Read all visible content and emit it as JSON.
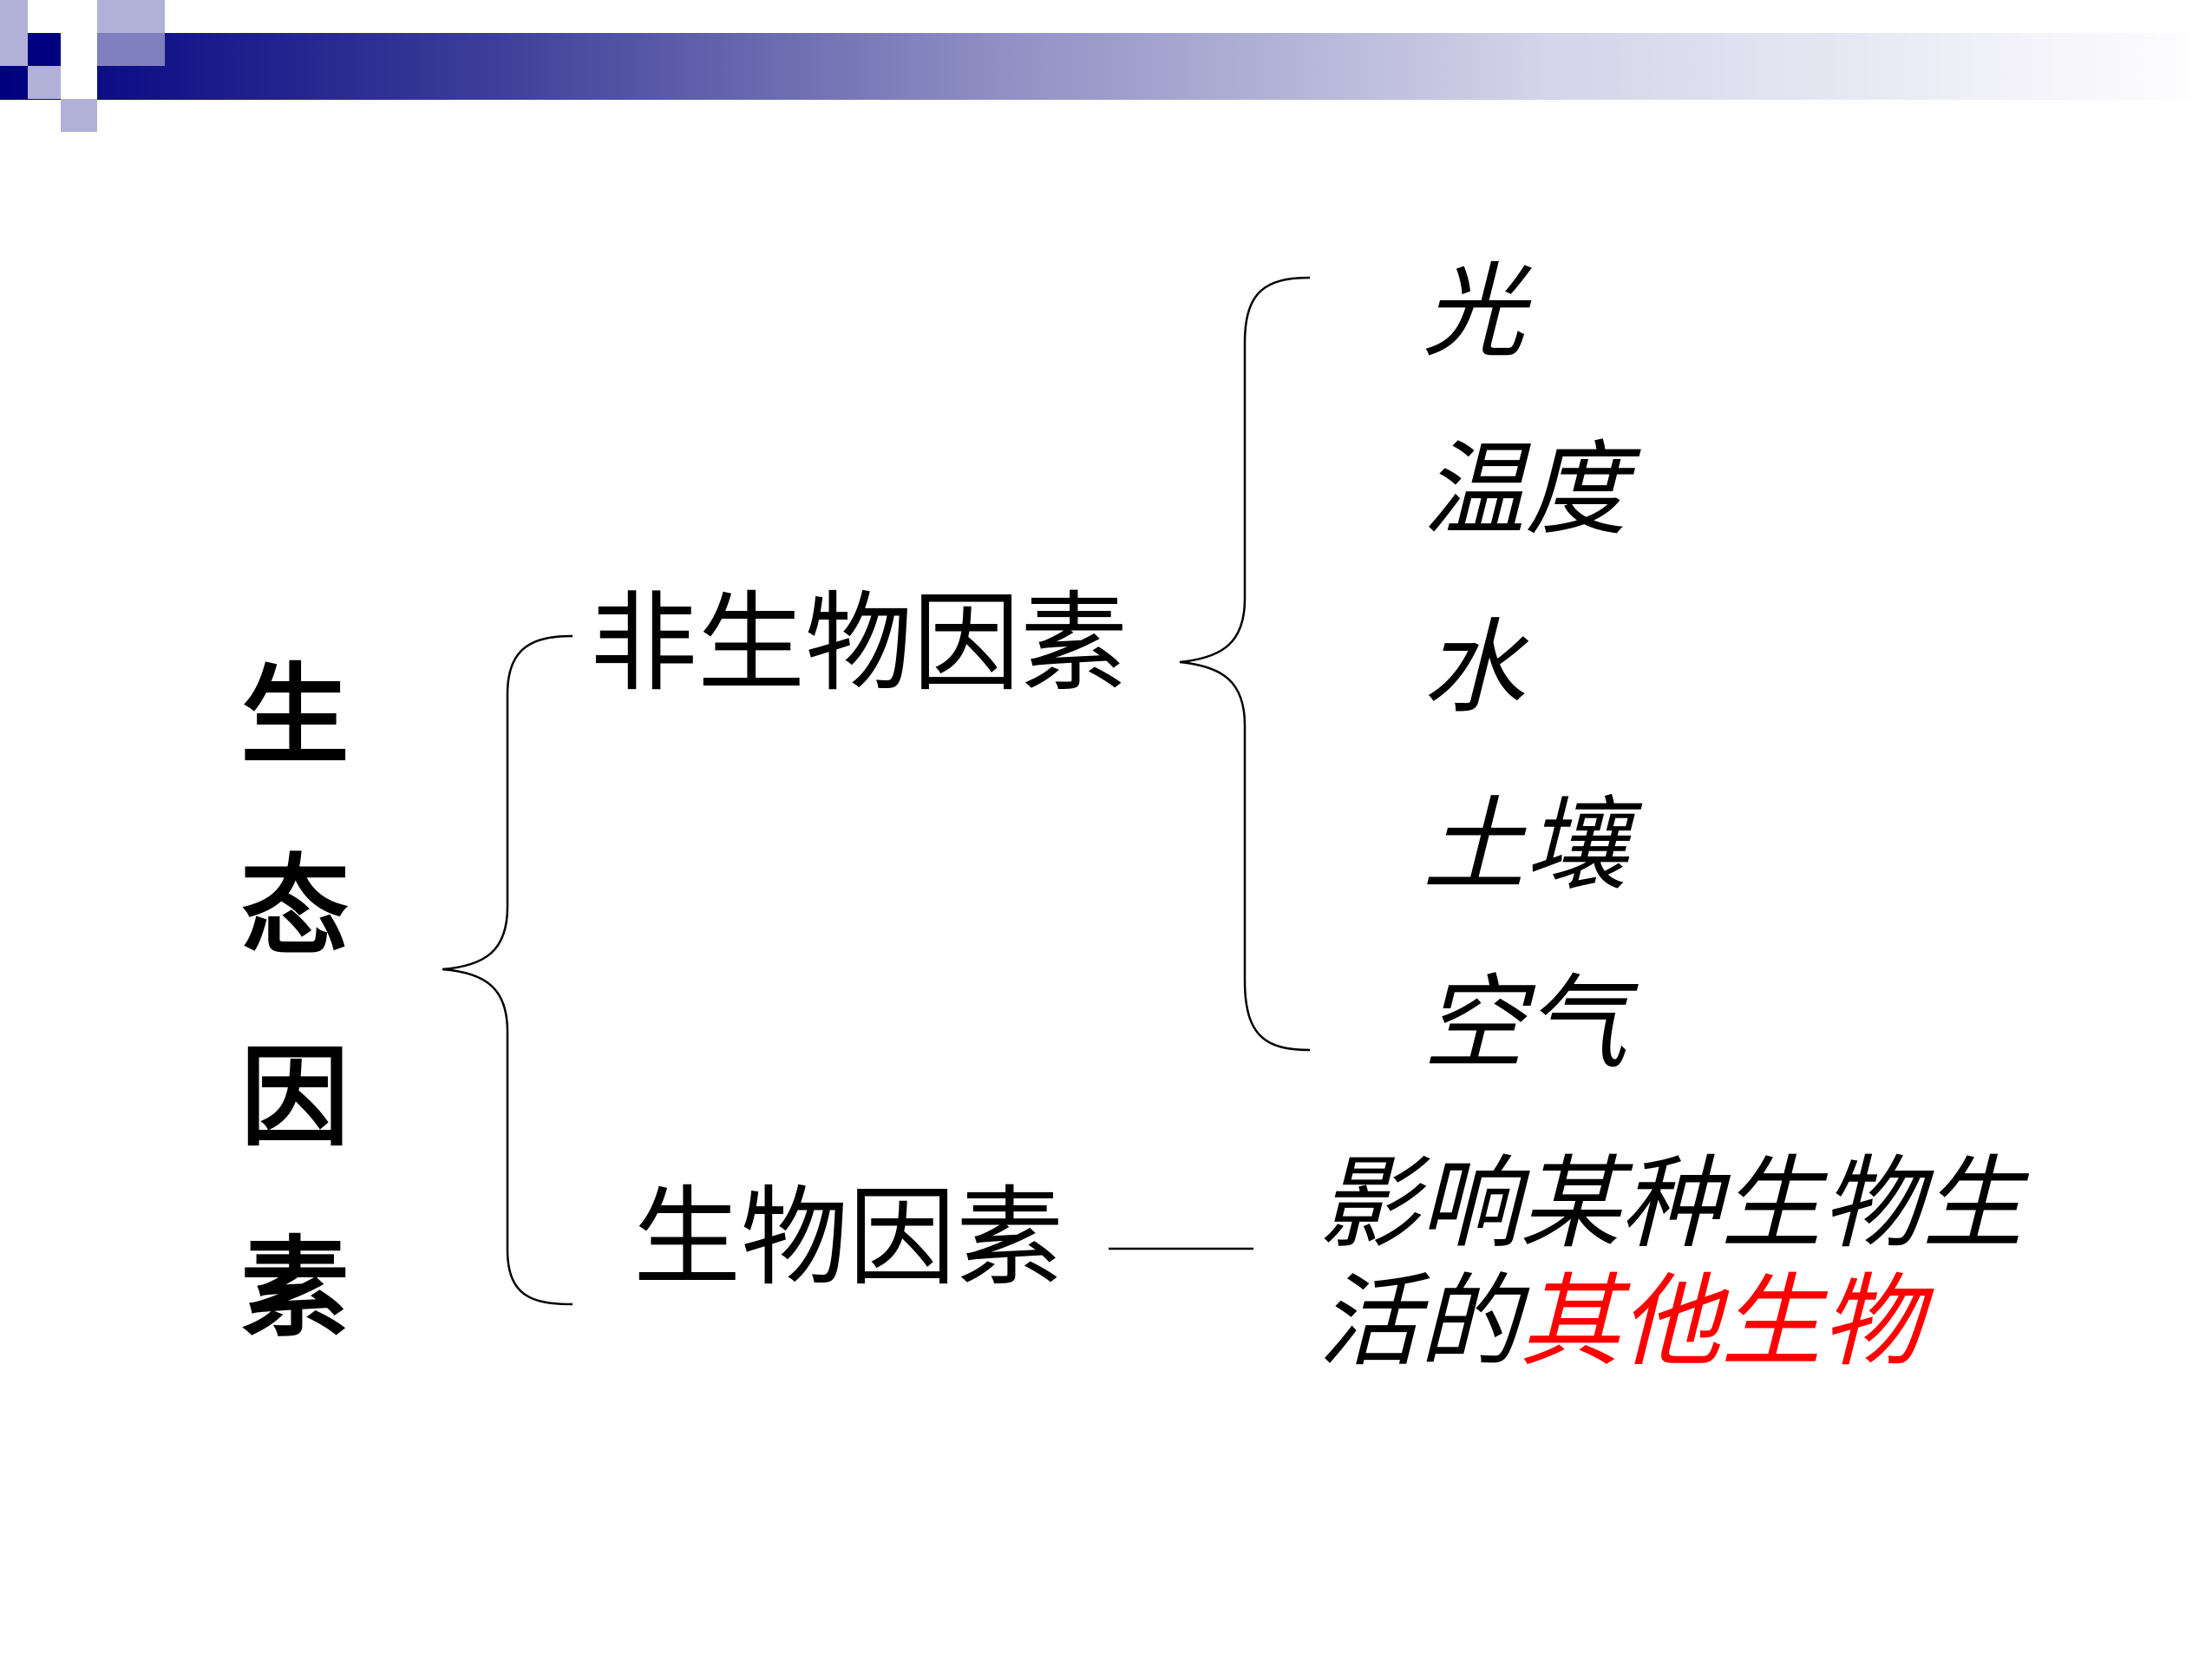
{
  "root": {
    "chars": [
      "生",
      "态",
      "因",
      "素"
    ]
  },
  "abiotic": {
    "label": "非生物因素",
    "items": [
      "光",
      "温度",
      "水",
      "土壤",
      "空气"
    ]
  },
  "biotic": {
    "label": "生物因素",
    "description_prefix": "影响某种生物生活的",
    "description_highlight": "其他生物"
  },
  "colors": {
    "header_dark": "#000080",
    "highlight": "#ff0000"
  }
}
